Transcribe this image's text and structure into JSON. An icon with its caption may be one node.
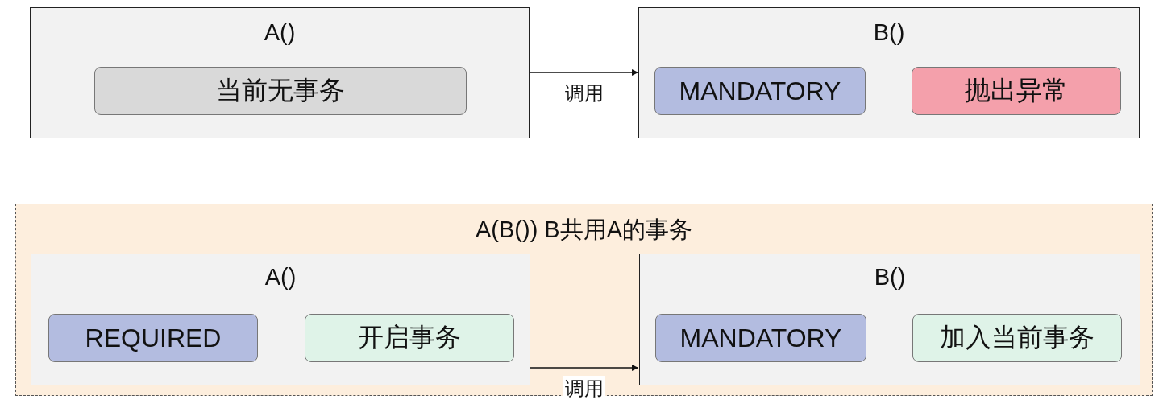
{
  "diagram": {
    "nodes": [
      {
        "text": [
          "A()"
        ]
      },
      {
        "text": [
          "当前无事务"
        ],
        "in": 0
      },
      {
        "text": [
          "B()"
        ]
      },
      {
        "text": [
          "MANDATORY"
        ],
        "in": 2
      },
      {
        "text": [
          "抛出异常"
        ],
        "in": 2
      },
      {
        "text": [
          "A(B()) B共用A的事务"
        ]
      },
      {
        "text": [
          "A()"
        ],
        "in": 5
      },
      {
        "text": [
          "REQUIRED"
        ],
        "in": 6
      },
      {
        "text": [
          "开启事务"
        ],
        "in": 6
      },
      {
        "text": [
          "B()"
        ],
        "in": 5
      },
      {
        "text": [
          "MANDATORY"
        ],
        "in": 9
      },
      {
        "text": [
          "加入当前事务"
        ],
        "in": 9
      }
    ],
    "edges": [
      {
        "from": 0,
        "to": 2,
        "arrow": "to",
        "label": "调用"
      },
      {
        "from": 6,
        "to": 9,
        "arrow": "to",
        "label": "调用"
      }
    ]
  }
}
